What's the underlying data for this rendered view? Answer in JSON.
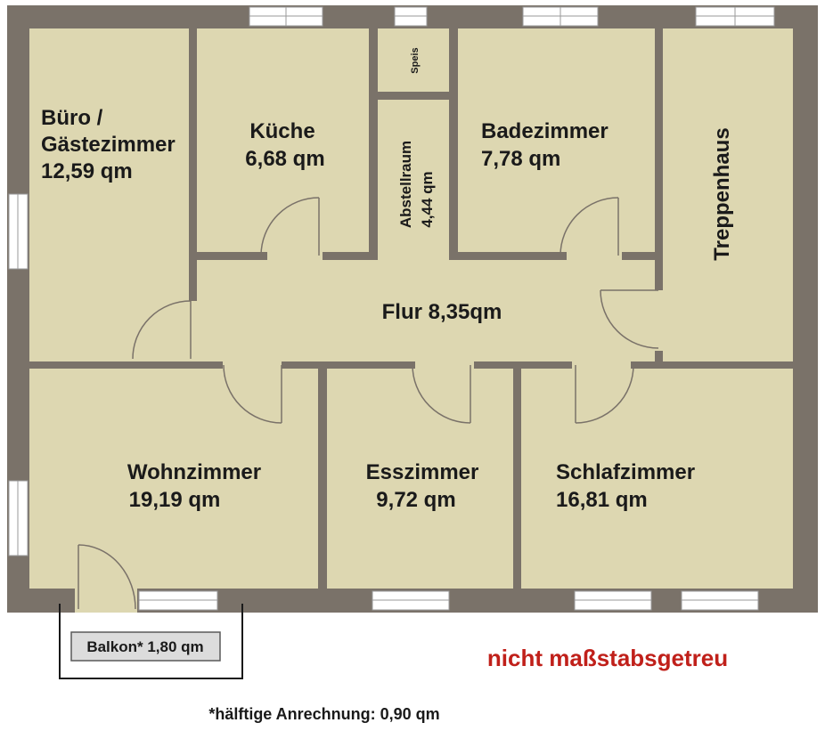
{
  "colors": {
    "wall": "#7a7269",
    "floor": "#ddd7b1",
    "window": "#ffffff",
    "scale_note": "#c0201a",
    "text": "#1a1a1a"
  },
  "rooms": {
    "buero": {
      "name_line1": "Büro /",
      "name_line2": "Gästezimmer",
      "area": "12,59 qm"
    },
    "kueche": {
      "name": "Küche",
      "area": "6,68 qm"
    },
    "speis": {
      "name": "Speis"
    },
    "abstellraum": {
      "name": "Abstellraum",
      "area": "4,44 qm"
    },
    "badezimmer": {
      "name": "Badezimmer",
      "area": "7,78 qm"
    },
    "treppenhaus": {
      "name": "Treppenhaus"
    },
    "flur": {
      "label": "Flur 8,35qm"
    },
    "wohnzimmer": {
      "name": "Wohnzimmer",
      "area": "19,19 qm"
    },
    "esszimmer": {
      "name": "Esszimmer",
      "area": "9,72 qm"
    },
    "schlafzimmer": {
      "name": "Schlafzimmer",
      "area": "16,81 qm"
    }
  },
  "balkon": {
    "label": "Balkon* 1,80 qm"
  },
  "notes": {
    "scale": "nicht maßstabsgetreu",
    "footnote": "*hälftige Anrechnung: 0,90 qm"
  }
}
